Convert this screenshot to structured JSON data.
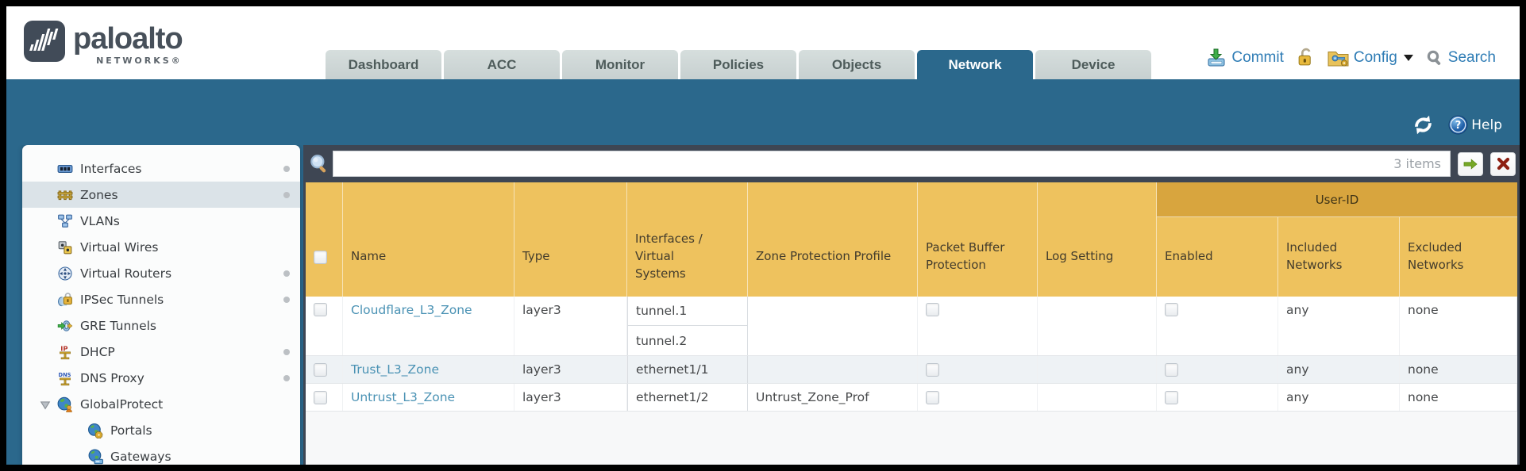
{
  "brand": {
    "name": "paloalto",
    "sub": "NETWORKS®"
  },
  "nav": {
    "tabs": [
      {
        "label": "Dashboard",
        "active": false
      },
      {
        "label": "ACC",
        "active": false
      },
      {
        "label": "Monitor",
        "active": false
      },
      {
        "label": "Policies",
        "active": false
      },
      {
        "label": "Objects",
        "active": false
      },
      {
        "label": "Network",
        "active": true
      },
      {
        "label": "Device",
        "active": false
      }
    ],
    "actions": {
      "commit": "Commit",
      "config": "Config",
      "search": "Search"
    }
  },
  "band": {
    "help": "Help"
  },
  "filter": {
    "value": "",
    "count": "3 items"
  },
  "sidebar": {
    "items": [
      {
        "label": "Interfaces",
        "icon": "interfaces-icon",
        "dot": true,
        "active": false,
        "indent": false,
        "expander": false
      },
      {
        "label": "Zones",
        "icon": "zones-icon",
        "dot": true,
        "active": true,
        "indent": false,
        "expander": false
      },
      {
        "label": "VLANs",
        "icon": "vlans-icon",
        "dot": false,
        "active": false,
        "indent": false,
        "expander": false
      },
      {
        "label": "Virtual Wires",
        "icon": "virtual-wires-icon",
        "dot": false,
        "active": false,
        "indent": false,
        "expander": false
      },
      {
        "label": "Virtual Routers",
        "icon": "virtual-routers-icon",
        "dot": true,
        "active": false,
        "indent": false,
        "expander": false
      },
      {
        "label": "IPSec Tunnels",
        "icon": "ipsec-tunnels-icon",
        "dot": true,
        "active": false,
        "indent": false,
        "expander": false
      },
      {
        "label": "GRE Tunnels",
        "icon": "gre-tunnels-icon",
        "dot": false,
        "active": false,
        "indent": false,
        "expander": false
      },
      {
        "label": "DHCP",
        "icon": "dhcp-icon",
        "dot": true,
        "active": false,
        "indent": false,
        "expander": false
      },
      {
        "label": "DNS Proxy",
        "icon": "dns-proxy-icon",
        "dot": true,
        "active": false,
        "indent": false,
        "expander": false
      },
      {
        "label": "GlobalProtect",
        "icon": "globalprotect-icon",
        "dot": false,
        "active": false,
        "indent": false,
        "expander": true
      },
      {
        "label": "Portals",
        "icon": "portals-icon",
        "dot": false,
        "active": false,
        "indent": true,
        "expander": false
      },
      {
        "label": "Gateways",
        "icon": "gateways-icon",
        "dot": false,
        "active": false,
        "indent": true,
        "expander": false
      }
    ]
  },
  "table": {
    "user_id_group": "User-ID",
    "columns": {
      "name": "Name",
      "type": "Type",
      "interfaces": "Interfaces / Virtual Systems",
      "zone_protection_profile": "Zone Protection Profile",
      "packet_buffer_protection": "Packet Buffer Protection",
      "log_setting": "Log Setting",
      "enabled": "Enabled",
      "included_networks": "Included Networks",
      "excluded_networks": "Excluded Networks"
    },
    "rows": [
      {
        "name": "Cloudflare_L3_Zone",
        "type": "layer3",
        "interfaces": [
          "tunnel.1",
          "tunnel.2"
        ],
        "zone_protection_profile": "",
        "packet_buffer_checked": false,
        "log_setting": "",
        "enabled_checked": false,
        "included_networks": "any",
        "excluded_networks": "none",
        "alt": false
      },
      {
        "name": "Trust_L3_Zone",
        "type": "layer3",
        "interfaces": [
          "ethernet1/1"
        ],
        "zone_protection_profile": "",
        "packet_buffer_checked": false,
        "log_setting": "",
        "enabled_checked": false,
        "included_networks": "any",
        "excluded_networks": "none",
        "alt": true
      },
      {
        "name": "Untrust_L3_Zone",
        "type": "layer3",
        "interfaces": [
          "ethernet1/2"
        ],
        "zone_protection_profile": "Untrust_Zone_Prof",
        "packet_buffer_checked": false,
        "log_setting": "",
        "enabled_checked": false,
        "included_networks": "any",
        "excluded_networks": "none",
        "alt": false
      }
    ]
  },
  "colors": {
    "teal_band": "#2b688c",
    "dark_bar": "#3e4653",
    "header_orange": "#eec25e",
    "user_id_orange": "#d8a53e",
    "link": "#4a92b4",
    "commit_blue": "#2e7cb5"
  }
}
